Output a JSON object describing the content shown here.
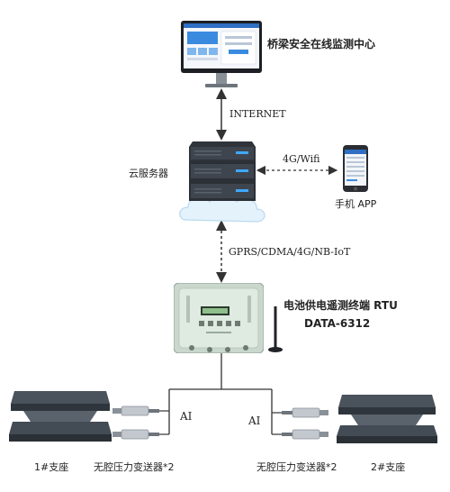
{
  "labels": {
    "monitor_center": "桥梁安全在线监测中心",
    "internet": "INTERNET",
    "cloud_server": "云服务器",
    "link_4g_wifi": "4G/Wifi",
    "mobile_app": "手机 APP",
    "link_gprs": "GPRS/CDMA/4G/NB-IoT",
    "rtu_title": "电池供电遥测终端 RTU",
    "rtu_model": "DATA-6312",
    "ai_left": "AI",
    "ai_right": "AI",
    "support_1": "1#支座",
    "transmitter_left": "无腔压力变送器*2",
    "transmitter_right": "无腔压力变送器*2",
    "support_2": "2#支座"
  },
  "colors": {
    "line": "#333333",
    "screen_blue": "#3a8be0",
    "server_dark": "#2b2f36",
    "server_light": "#4a4f57",
    "led_blue": "#3fa9ff",
    "cloud": "#dceefa",
    "rtu_body": "#d6e6d8",
    "bearing": "#3d454f"
  },
  "icons": {
    "monitor": "desktop-monitor-icon",
    "server": "server-stack-icon",
    "cloud": "cloud-icon",
    "phone": "smartphone-icon",
    "rtu": "rtu-terminal-icon",
    "antenna": "antenna-icon",
    "bearing": "bridge-bearing-icon",
    "sensor": "pressure-transmitter-icon"
  }
}
